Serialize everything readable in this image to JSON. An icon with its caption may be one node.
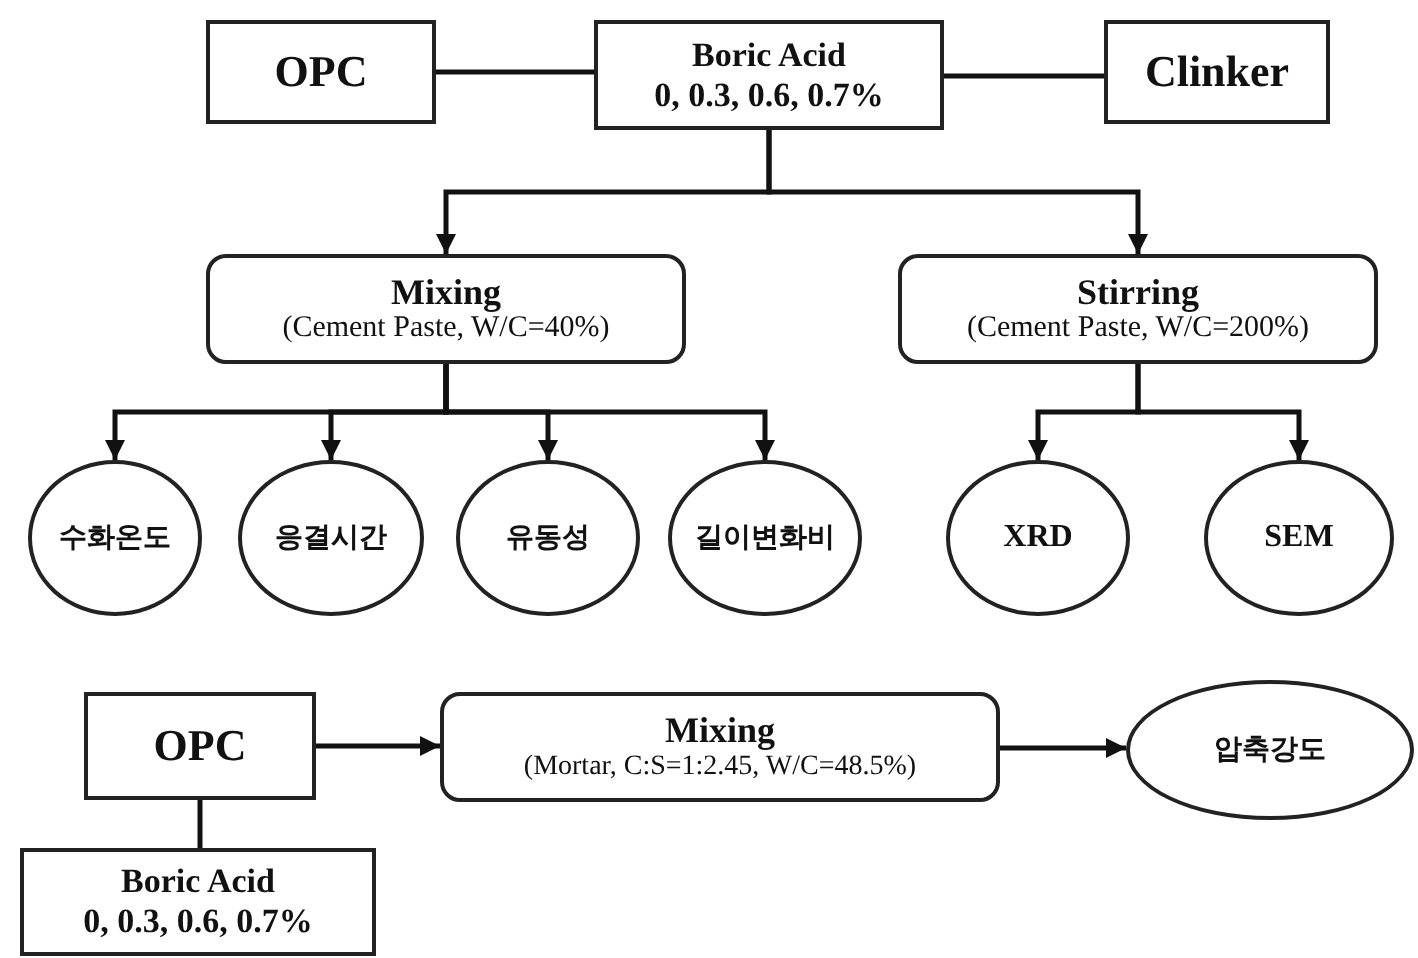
{
  "diagram": {
    "nodes": [
      {
        "text": [
          "OPC"
        ]
      },
      {
        "text": [
          "Boric Acid",
          "0, 0.3, 0.6, 0.7%"
        ]
      },
      {
        "text": [
          "Clinker"
        ]
      },
      {
        "text": [
          "Mixing",
          "(Cement Paste, W/C=40%)"
        ]
      },
      {
        "text": [
          "Stirring",
          "(Cement Paste, W/C=200%)"
        ]
      },
      {
        "text": [
          "수화온도"
        ]
      },
      {
        "text": [
          "응결시간"
        ]
      },
      {
        "text": [
          "유동성"
        ]
      },
      {
        "text": [
          "길이변화비"
        ]
      },
      {
        "text": [
          "XRD"
        ]
      },
      {
        "text": [
          "SEM"
        ]
      },
      {
        "text": [
          "OPC"
        ]
      },
      {
        "text": [
          "Mixing",
          "(Mortar, C:S=1:2.45, W/C=48.5%)"
        ]
      },
      {
        "text": [
          "압축강도"
        ]
      },
      {
        "text": [
          "Boric Acid",
          "0, 0.3, 0.6, 0.7%"
        ]
      }
    ],
    "edges": [
      {
        "from": 0,
        "to": 1,
        "arrow": "none"
      },
      {
        "from": 1,
        "to": 2,
        "arrow": "none"
      },
      {
        "from": 1,
        "to": 3,
        "arrow": "to"
      },
      {
        "from": 1,
        "to": 4,
        "arrow": "to"
      },
      {
        "from": 3,
        "to": 5,
        "arrow": "to"
      },
      {
        "from": 3,
        "to": 6,
        "arrow": "to"
      },
      {
        "from": 3,
        "to": 7,
        "arrow": "to"
      },
      {
        "from": 3,
        "to": 8,
        "arrow": "to"
      },
      {
        "from": 4,
        "to": 9,
        "arrow": "to"
      },
      {
        "from": 4,
        "to": 10,
        "arrow": "to"
      },
      {
        "from": 11,
        "to": 12,
        "arrow": "to"
      },
      {
        "from": 12,
        "to": 13,
        "arrow": "to"
      },
      {
        "from": 11,
        "to": 14,
        "arrow": "none"
      }
    ]
  }
}
